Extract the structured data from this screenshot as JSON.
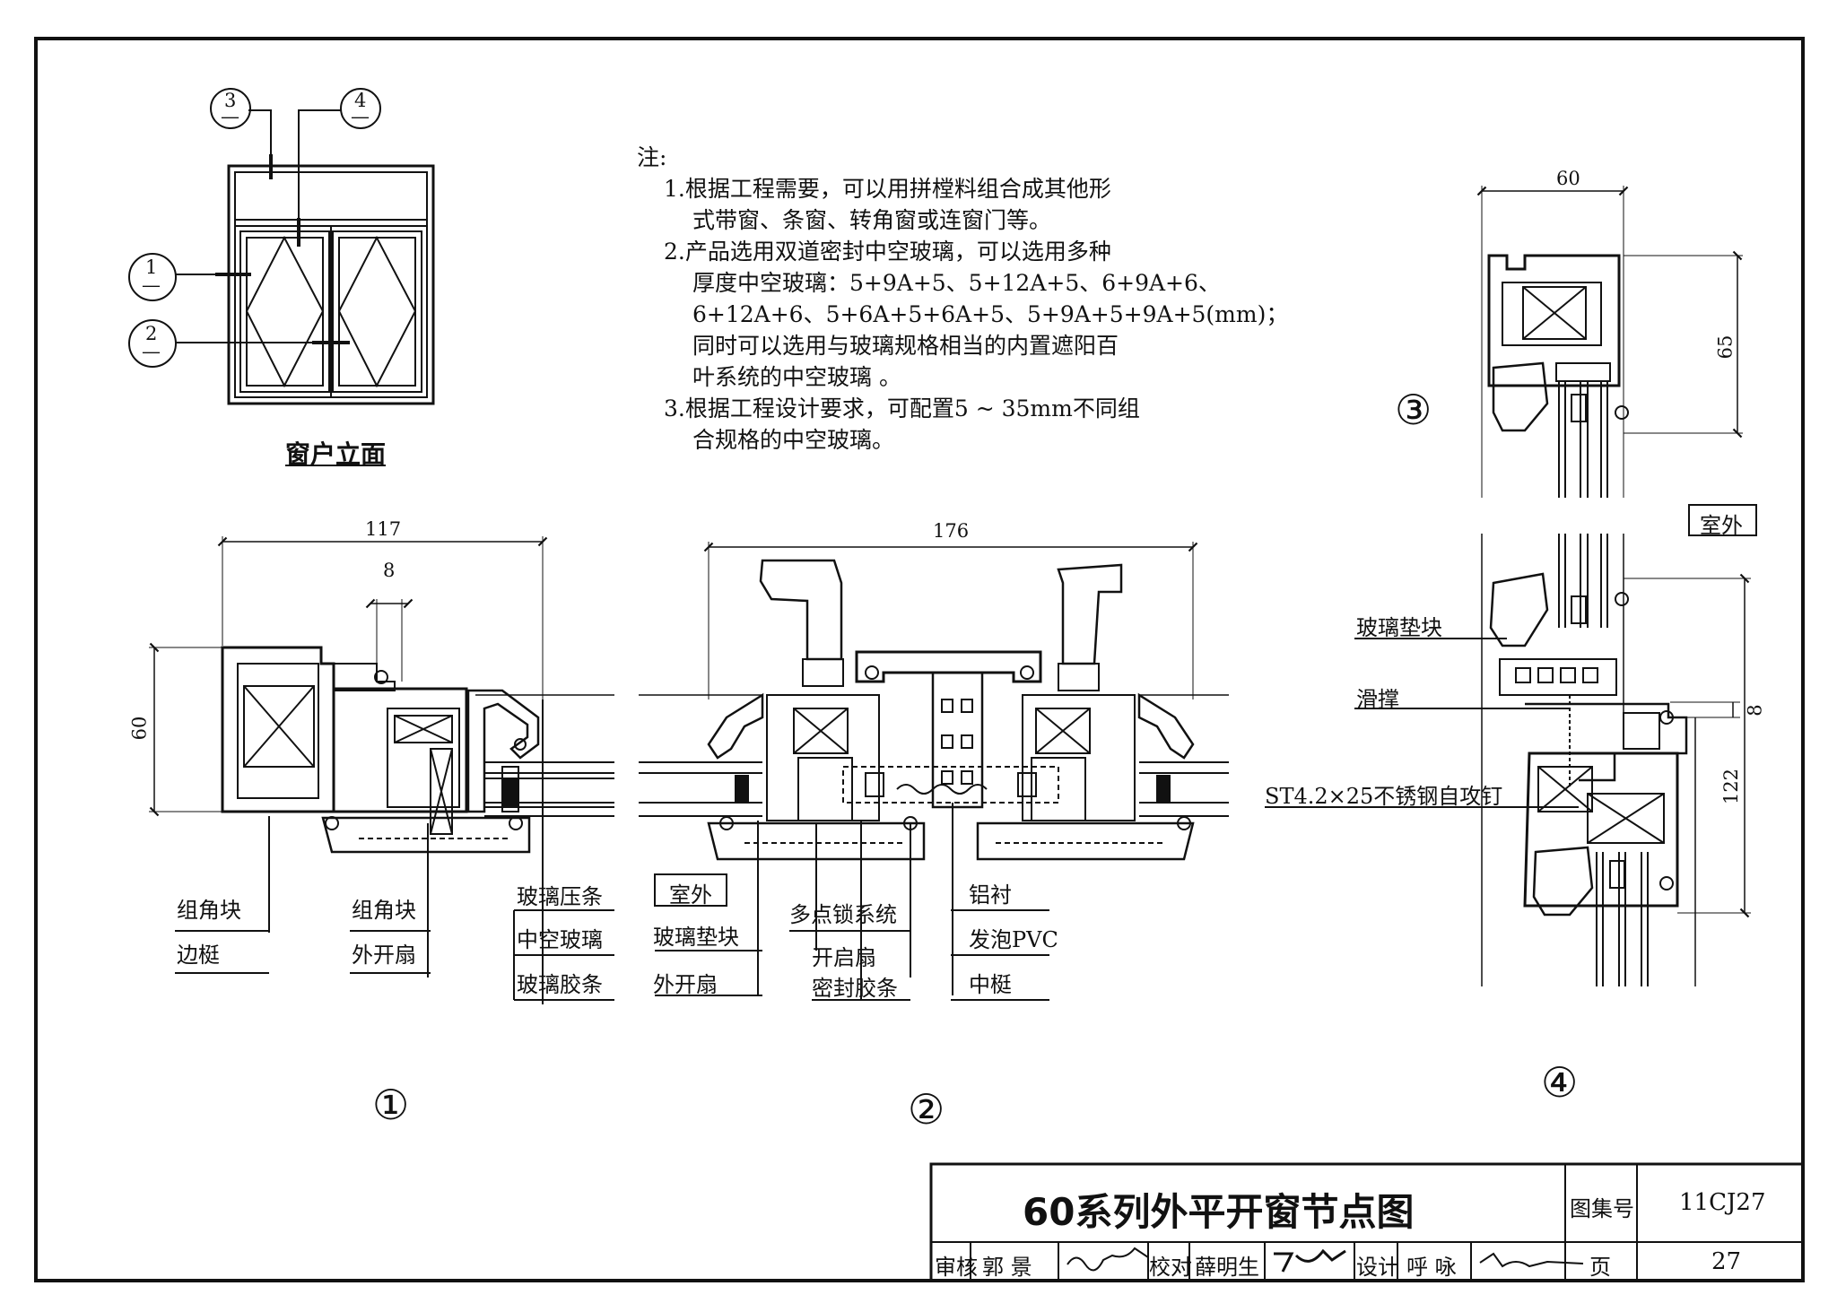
{
  "elevation": {
    "caption": "窗户立面",
    "callouts": [
      {
        "num": "3",
        "sub": "—"
      },
      {
        "num": "4",
        "sub": "—"
      },
      {
        "num": "1",
        "sub": "—"
      },
      {
        "num": "2",
        "sub": "—"
      }
    ]
  },
  "notes": {
    "heading": "注:",
    "lines": [
      "1.根据工程需要，可以用拼樘料组合成其他形",
      "式带窗、条窗、转角窗或连窗门等。",
      "2.产品选用双道密封中空玻璃，可以选用多种",
      "厚度中空玻璃：5+9A+5、5+12A+5、6+9A+6、",
      "6+12A+6、5+6A+5+6A+5、5+9A+5+9A+5(mm)；",
      "同时可以选用与玻璃规格相当的内置遮阳百",
      "叶系统的中空玻璃 。",
      "3.根据工程设计要求，可配置5 ~ 35mm不同组",
      "合规格的中空玻璃。"
    ]
  },
  "detail1": {
    "dims": {
      "width": "117",
      "gap": "8",
      "height": "60"
    },
    "labels": [
      "组角块",
      "边梃",
      "组角块",
      "外开扇",
      "玻璃压条",
      "中空玻璃",
      "玻璃胶条"
    ],
    "marker": "①"
  },
  "detail2": {
    "dims": {
      "width": "176"
    },
    "labels": [
      "室外",
      "玻璃垫块",
      "外开扇",
      "多点锁系统",
      "开启扇",
      "密封胶条",
      "铝衬",
      "发泡PVC",
      "中梃"
    ],
    "marker": "②"
  },
  "detail3": {
    "dims": {
      "width": "60",
      "height": "65"
    },
    "marker": "③",
    "outside": "室外"
  },
  "detail4": {
    "dims": {
      "gap": "8",
      "height": "122"
    },
    "labels": [
      "玻璃垫块",
      "滑撑",
      "ST4.2×25不锈钢自攻钉"
    ],
    "marker": "④"
  },
  "title_block": {
    "title": "60系列外平开窗节点图",
    "atlas_label": "图集号",
    "atlas_no": "11CJ27",
    "review_label": "审核",
    "reviewer": "郭 景",
    "check_label": "校对",
    "checker": "薛明生",
    "design_label": "设计",
    "designer": "呼 咏",
    "page_label": "页",
    "page_no": "27"
  }
}
